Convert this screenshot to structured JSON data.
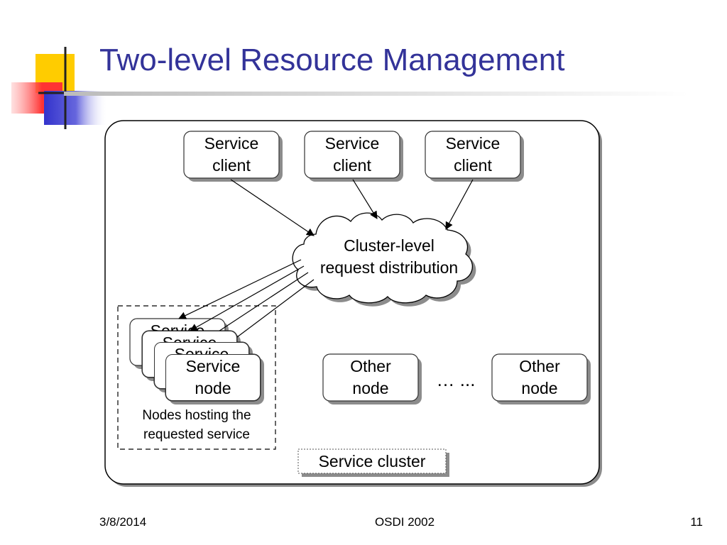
{
  "slide": {
    "title": "Two-level Resource Management",
    "date": "3/8/2014",
    "footer_center": "OSDI 2002",
    "page_number": "11"
  },
  "diagram": {
    "clients": [
      {
        "line1": "Service",
        "line2": "client"
      },
      {
        "line1": "Service",
        "line2": "client"
      },
      {
        "line1": "Service",
        "line2": "client"
      }
    ],
    "dispatcher": {
      "line1": "Cluster-level",
      "line2": "request distribution"
    },
    "service_nodes": [
      {
        "line1": "Service",
        "line2": "node"
      },
      {
        "line1": "Service",
        "line2": "node"
      },
      {
        "line1": "Service",
        "line2": "node"
      },
      {
        "line1": "Service",
        "line2": "node"
      }
    ],
    "group_label": {
      "line1": "Nodes hosting the",
      "line2": "requested service"
    },
    "other_nodes": [
      {
        "line1": "Other",
        "line2": "node"
      },
      {
        "line1": "Other",
        "line2": "node"
      }
    ],
    "ellipsis": "… ...",
    "cluster_label": "Service cluster"
  },
  "colors": {
    "title": "#333399",
    "logo_yellow": "#ffcc00",
    "logo_red": "#ff3333",
    "logo_blue": "#3333cc"
  }
}
